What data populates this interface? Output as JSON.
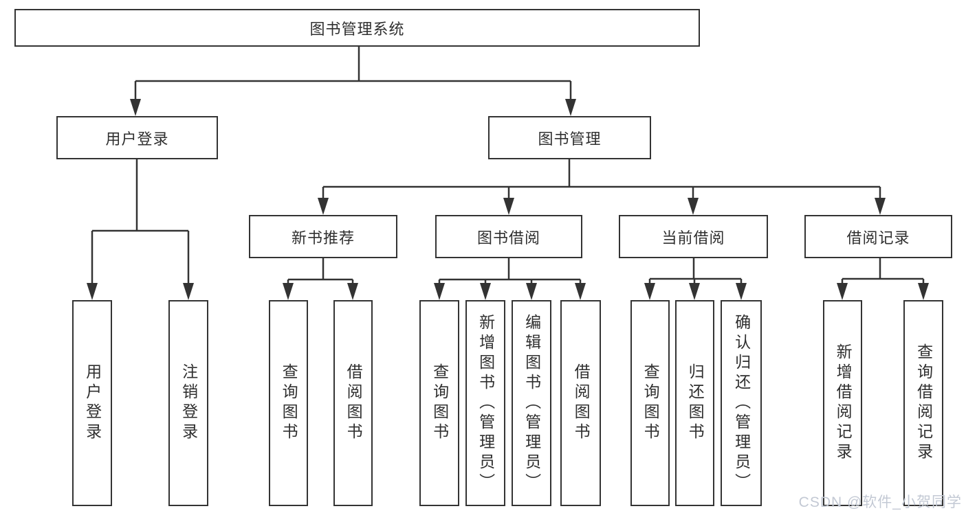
{
  "diagram": {
    "type": "hierarchy-tree",
    "colors": {
      "line": "#333333",
      "box_border": "#333333",
      "text": "#2f2f2f",
      "background": "#ffffff",
      "watermark": "#c3c9d4"
    }
  },
  "tree": {
    "root": {
      "label": "图书管理系统"
    },
    "branches": [
      {
        "label": "用户登录",
        "children": [
          {
            "label": "用户登录"
          },
          {
            "label": "注销登录"
          }
        ]
      },
      {
        "label": "图书管理",
        "children": [
          {
            "label": "新书推荐",
            "children": [
              {
                "label": "查询图书"
              },
              {
                "label": "借阅图书"
              }
            ]
          },
          {
            "label": "图书借阅",
            "children": [
              {
                "label": "查询图书"
              },
              {
                "label": "新增图书（管理员）"
              },
              {
                "label": "编辑图书（管理员）"
              },
              {
                "label": "借阅图书"
              }
            ]
          },
          {
            "label": "当前借阅",
            "children": [
              {
                "label": "查询图书"
              },
              {
                "label": "归还图书"
              },
              {
                "label": "确认归还（管理员）"
              }
            ]
          },
          {
            "label": "借阅记录",
            "children": [
              {
                "label": "新增借阅记录"
              },
              {
                "label": "查询借阅记录"
              }
            ]
          }
        ]
      }
    ]
  },
  "watermark": {
    "text": "CSDN @软件_小贺同学"
  }
}
